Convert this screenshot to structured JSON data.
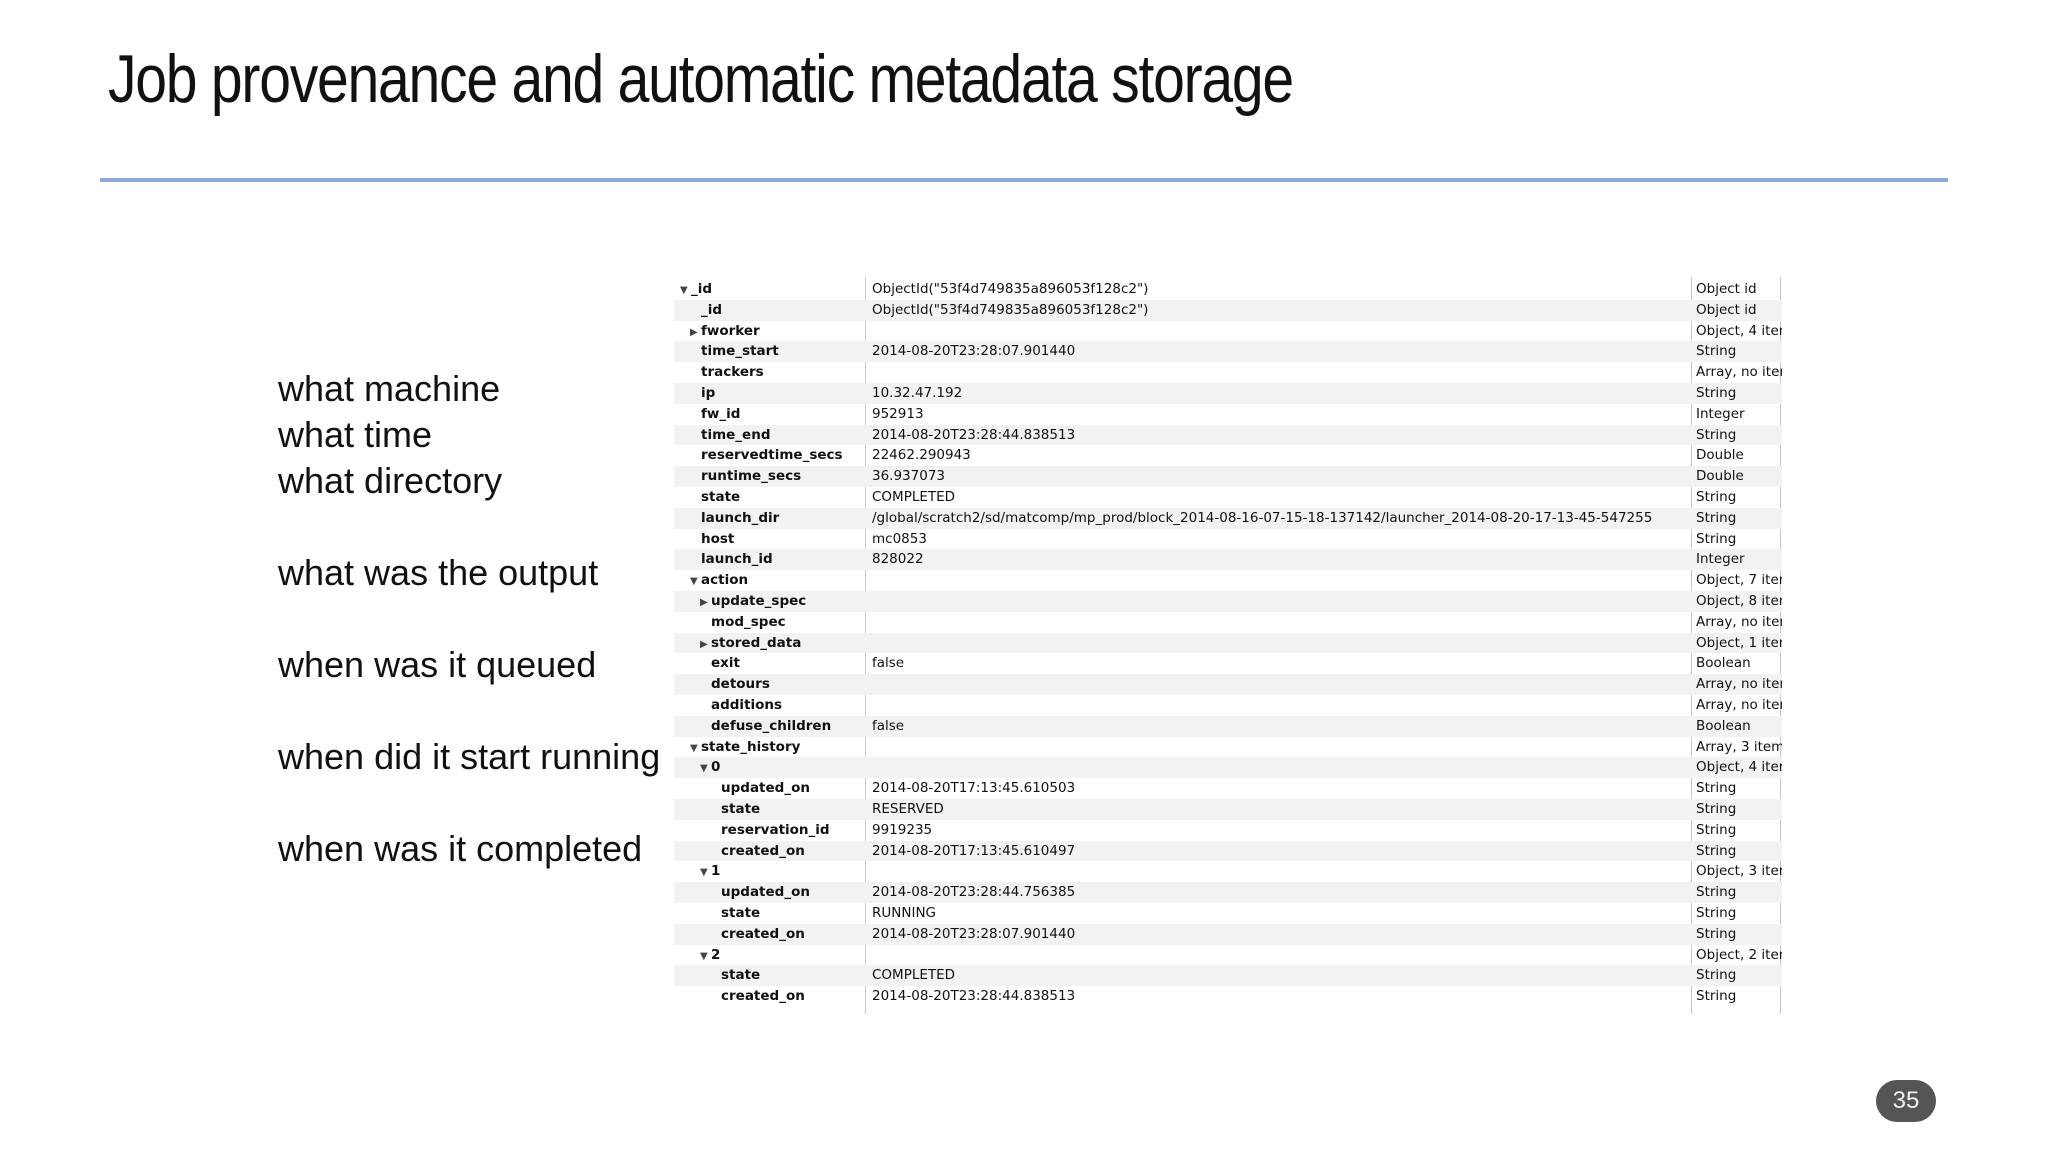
{
  "slide": {
    "title": "Job provenance and automatic metadata storage",
    "page_number": "35",
    "accent_color": "#8eaad6"
  },
  "bullets": [
    "what machine",
    "what time",
    "what directory",
    "",
    "what was the output",
    "",
    "when was it queued",
    "",
    "when did it start running",
    "",
    "when was it completed"
  ],
  "tree_rows": [
    {
      "key": "_id",
      "value": "ObjectId(\"53f4d749835a896053f128c2\")",
      "type": "Object id",
      "depth": 0,
      "expander": "expanded"
    },
    {
      "key": "_id",
      "value": "ObjectId(\"53f4d749835a896053f128c2\")",
      "type": "Object id",
      "depth": 1,
      "expander": "none"
    },
    {
      "key": "fworker",
      "value": "",
      "type": "Object, 4 iter",
      "depth": 1,
      "expander": "collapsed"
    },
    {
      "key": "time_start",
      "value": "2014-08-20T23:28:07.901440",
      "type": "String",
      "depth": 1,
      "expander": "none"
    },
    {
      "key": "trackers",
      "value": "",
      "type": "Array, no iter",
      "depth": 1,
      "expander": "none"
    },
    {
      "key": "ip",
      "value": "10.32.47.192",
      "type": "String",
      "depth": 1,
      "expander": "none"
    },
    {
      "key": "fw_id",
      "value": "952913",
      "type": "Integer",
      "depth": 1,
      "expander": "none"
    },
    {
      "key": "time_end",
      "value": "2014-08-20T23:28:44.838513",
      "type": "String",
      "depth": 1,
      "expander": "none"
    },
    {
      "key": "reservedtime_secs",
      "value": "22462.290943",
      "type": "Double",
      "depth": 1,
      "expander": "none"
    },
    {
      "key": "runtime_secs",
      "value": "36.937073",
      "type": "Double",
      "depth": 1,
      "expander": "none"
    },
    {
      "key": "state",
      "value": "COMPLETED",
      "type": "String",
      "depth": 1,
      "expander": "none"
    },
    {
      "key": "launch_dir",
      "value": "/global/scratch2/sd/matcomp/mp_prod/block_2014-08-16-07-15-18-137142/launcher_2014-08-20-17-13-45-547255",
      "type": "String",
      "depth": 1,
      "expander": "none"
    },
    {
      "key": "host",
      "value": "mc0853",
      "type": "String",
      "depth": 1,
      "expander": "none"
    },
    {
      "key": "launch_id",
      "value": "828022",
      "type": "Integer",
      "depth": 1,
      "expander": "none"
    },
    {
      "key": "action",
      "value": "",
      "type": "Object, 7 iter",
      "depth": 1,
      "expander": "expanded"
    },
    {
      "key": "update_spec",
      "value": "",
      "type": "Object, 8 iter",
      "depth": 2,
      "expander": "collapsed"
    },
    {
      "key": "mod_spec",
      "value": "",
      "type": "Array, no iter",
      "depth": 2,
      "expander": "none"
    },
    {
      "key": "stored_data",
      "value": "",
      "type": "Object, 1 iter",
      "depth": 2,
      "expander": "collapsed"
    },
    {
      "key": "exit",
      "value": "false",
      "type": "Boolean",
      "depth": 2,
      "expander": "none"
    },
    {
      "key": "detours",
      "value": "",
      "type": "Array, no iter",
      "depth": 2,
      "expander": "none"
    },
    {
      "key": "additions",
      "value": "",
      "type": "Array, no iter",
      "depth": 2,
      "expander": "none"
    },
    {
      "key": "defuse_children",
      "value": "false",
      "type": "Boolean",
      "depth": 2,
      "expander": "none"
    },
    {
      "key": "state_history",
      "value": "",
      "type": "Array, 3 item",
      "depth": 1,
      "expander": "expanded"
    },
    {
      "key": "0",
      "value": "",
      "type": "Object, 4 iter",
      "depth": 2,
      "expander": "expanded"
    },
    {
      "key": "updated_on",
      "value": "2014-08-20T17:13:45.610503",
      "type": "String",
      "depth": 3,
      "expander": "none"
    },
    {
      "key": "state",
      "value": "RESERVED",
      "type": "String",
      "depth": 3,
      "expander": "none"
    },
    {
      "key": "reservation_id",
      "value": "9919235",
      "type": "String",
      "depth": 3,
      "expander": "none"
    },
    {
      "key": "created_on",
      "value": "2014-08-20T17:13:45.610497",
      "type": "String",
      "depth": 3,
      "expander": "none"
    },
    {
      "key": "1",
      "value": "",
      "type": "Object, 3 iter",
      "depth": 2,
      "expander": "expanded"
    },
    {
      "key": "updated_on",
      "value": "2014-08-20T23:28:44.756385",
      "type": "String",
      "depth": 3,
      "expander": "none"
    },
    {
      "key": "state",
      "value": "RUNNING",
      "type": "String",
      "depth": 3,
      "expander": "none"
    },
    {
      "key": "created_on",
      "value": "2014-08-20T23:28:07.901440",
      "type": "String",
      "depth": 3,
      "expander": "none"
    },
    {
      "key": "2",
      "value": "",
      "type": "Object, 2 iter",
      "depth": 2,
      "expander": "expanded"
    },
    {
      "key": "state",
      "value": "COMPLETED",
      "type": "String",
      "depth": 3,
      "expander": "none"
    },
    {
      "key": "created_on",
      "value": "2014-08-20T23:28:44.838513",
      "type": "String",
      "depth": 3,
      "expander": "none"
    }
  ]
}
